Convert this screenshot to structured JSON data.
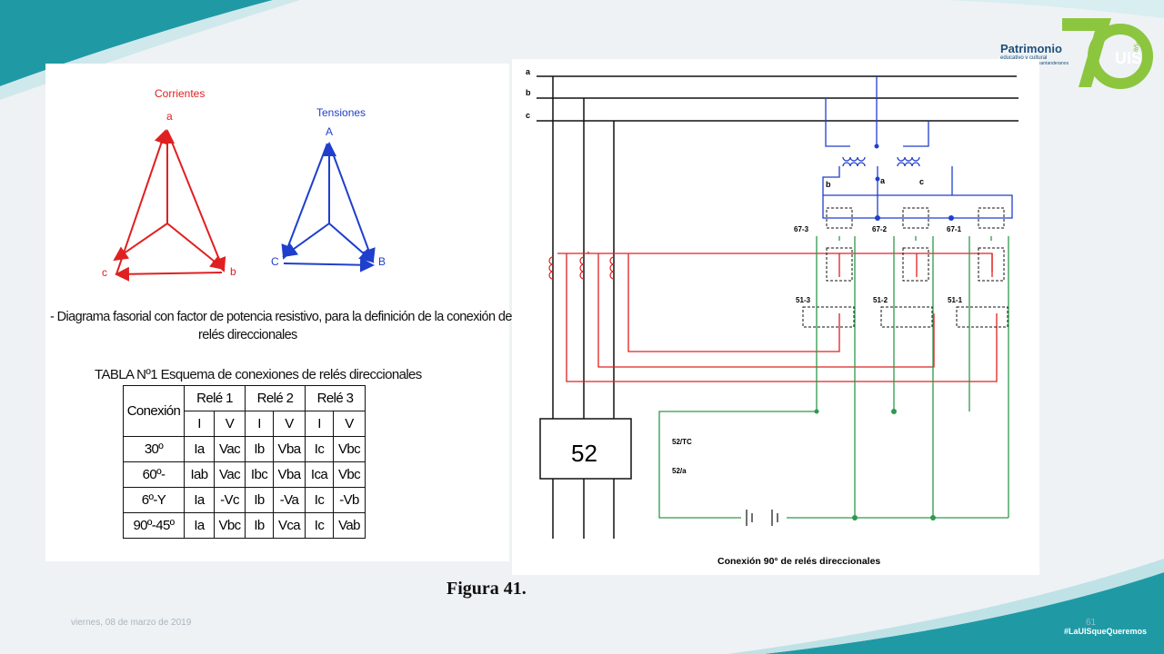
{
  "theme": {
    "teal": "#1f9aa5",
    "red": "#e02020",
    "blue": "#1f3fcc",
    "green": "#2d9a4a",
    "logo_green": "#8cc63f"
  },
  "logo": {
    "title": "Patrimonio",
    "line1": "educativo y cultural",
    "line2": "santanderanos",
    "number": "70",
    "uis": "UIS",
    "anos": "años"
  },
  "phasors": {
    "currents_title": "Corrientes",
    "currents_labels": [
      "a",
      "b",
      "c"
    ],
    "voltages_title": "Tensiones",
    "voltages_labels": [
      "A",
      "B",
      "C"
    ]
  },
  "description": {
    "line1": "- Diagrama fasorial con factor de potencia resistivo, para la definición de la conexión de las",
    "line2": "relés direccionales"
  },
  "table": {
    "title": "TABLA Nº1  Esquema de conexiones de relés direccionales",
    "header": {
      "conexion": "Conexión",
      "relays": [
        "Relé 1",
        "Relé 2",
        "Relé 3"
      ],
      "sub": [
        "I",
        "V",
        "I",
        "V",
        "I",
        "V"
      ]
    },
    "rows": [
      {
        "conexion": "30º",
        "cells": [
          "Ia",
          "Vac",
          "Ib",
          "Vba",
          "Ic",
          "Vbc"
        ]
      },
      {
        "conexion": "60º-",
        "cells": [
          "Iab",
          "Vac",
          "Ibc",
          "Vba",
          "Ica",
          "Vbc"
        ]
      },
      {
        "conexion": "6º-Y",
        "cells": [
          "Ia",
          "-Vc",
          "Ib",
          "-Va",
          "Ic",
          "-Vb"
        ]
      },
      {
        "conexion": "90º-45º",
        "cells": [
          "Ia",
          "Vbc",
          "Ib",
          "Vca",
          "Ic",
          "Vab"
        ]
      }
    ]
  },
  "schematic": {
    "bus_labels": [
      "a",
      "b",
      "c"
    ],
    "breaker": "52",
    "pt_labels": [
      "b",
      "a",
      "c"
    ],
    "directional": [
      "67-3",
      "67-2",
      "67-1"
    ],
    "overcurrent": [
      "51-3",
      "51-2",
      "51-1"
    ],
    "trip_coil": "52/TC",
    "aux_contact": "52/a",
    "caption": "Conexión 90° de relés direccionales"
  },
  "figure_caption": "Figura 41.",
  "footer": {
    "date": "viernes, 08 de marzo de 2019",
    "page": "61",
    "hashtag": "#LaUISqueQueremos"
  }
}
